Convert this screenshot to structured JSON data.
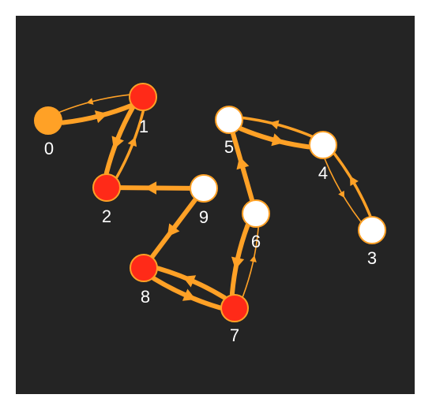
{
  "graph": {
    "background": "#242424",
    "edge_color": "#ffa126",
    "node_colors": {
      "orange": "#ffa126",
      "red": "#ff2a18",
      "white": "#ffffff"
    },
    "nodes": [
      {
        "id": "0",
        "label": "0",
        "fill": "orange"
      },
      {
        "id": "1",
        "label": "1",
        "fill": "red"
      },
      {
        "id": "2",
        "label": "2",
        "fill": "red"
      },
      {
        "id": "3",
        "label": "3",
        "fill": "white"
      },
      {
        "id": "4",
        "label": "4",
        "fill": "white"
      },
      {
        "id": "5",
        "label": "5",
        "fill": "white"
      },
      {
        "id": "6",
        "label": "6",
        "fill": "white"
      },
      {
        "id": "7",
        "label": "7",
        "fill": "red"
      },
      {
        "id": "8",
        "label": "8",
        "fill": "red"
      },
      {
        "id": "9",
        "label": "9",
        "fill": "white"
      }
    ],
    "edges": [
      {
        "from": "0",
        "to": "1",
        "weight": "heavy"
      },
      {
        "from": "1",
        "to": "0",
        "weight": "light"
      },
      {
        "from": "1",
        "to": "2",
        "weight": "heavy"
      },
      {
        "from": "2",
        "to": "1",
        "weight": "medium"
      },
      {
        "from": "9",
        "to": "2",
        "weight": "heavy"
      },
      {
        "from": "9",
        "to": "8",
        "weight": "heavy"
      },
      {
        "from": "8",
        "to": "7",
        "weight": "heavy"
      },
      {
        "from": "7",
        "to": "8",
        "weight": "heavy"
      },
      {
        "from": "6",
        "to": "7",
        "weight": "heavy"
      },
      {
        "from": "7",
        "to": "6",
        "weight": "light"
      },
      {
        "from": "6",
        "to": "5",
        "weight": "heavy"
      },
      {
        "from": "5",
        "to": "4",
        "weight": "heavy"
      },
      {
        "from": "4",
        "to": "5",
        "weight": "medium"
      },
      {
        "from": "4",
        "to": "3",
        "weight": "light"
      },
      {
        "from": "3",
        "to": "4",
        "weight": "medium"
      }
    ]
  }
}
